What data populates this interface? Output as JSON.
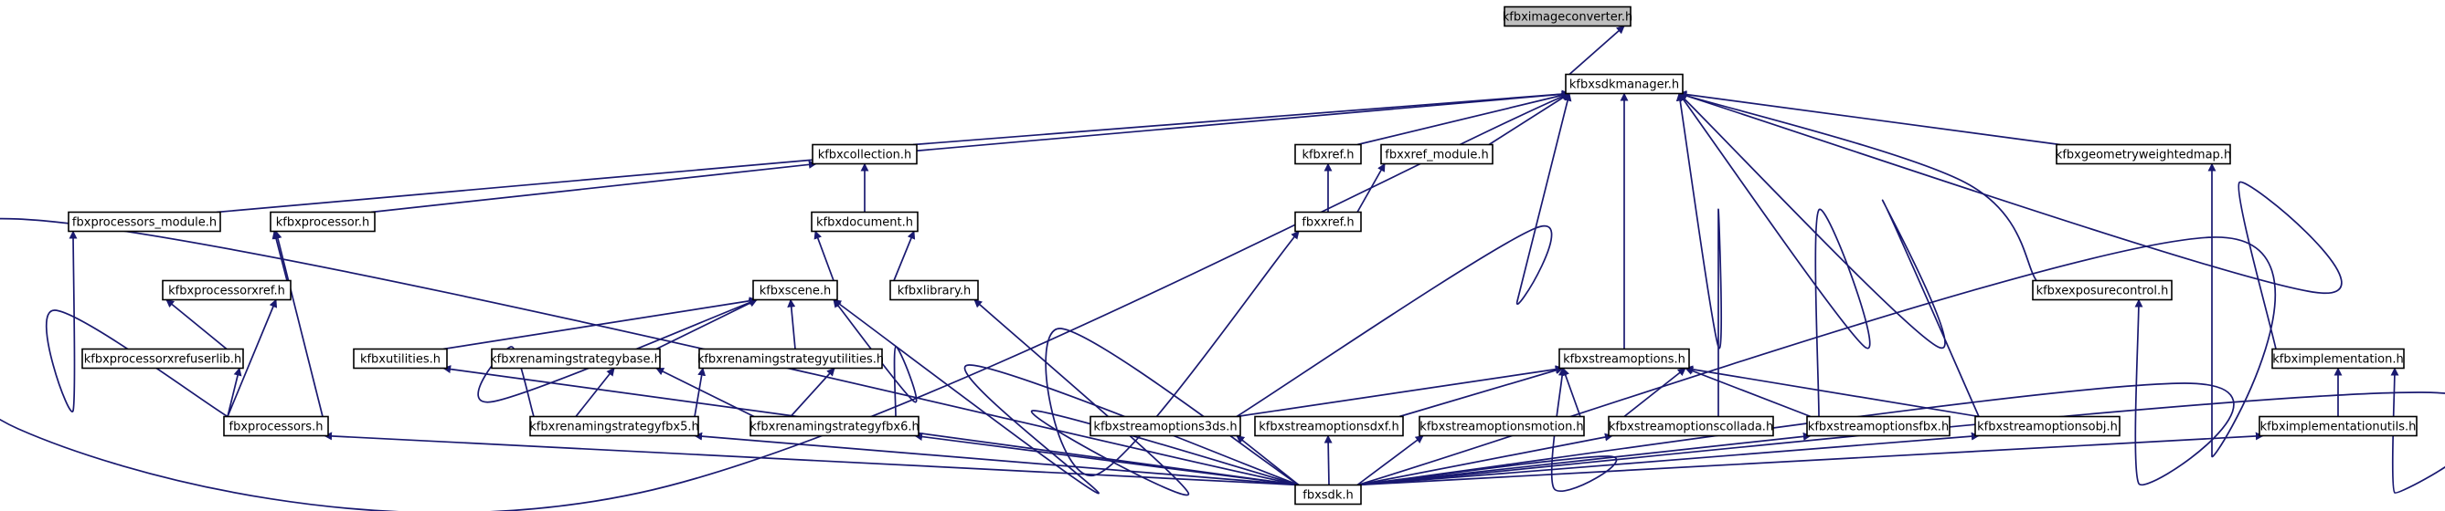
{
  "colors": {
    "edge": "#191970",
    "node_border": "#000000",
    "node_fill": "#ffffff",
    "root_fill": "#bfbfbf"
  },
  "nodes": [
    {
      "id": "kfbximageconverter",
      "label": "kfbximageconverter.h",
      "root": true
    },
    {
      "id": "kfbxsdkmanager",
      "label": "kfbxsdkmanager.h"
    },
    {
      "id": "kfbxcollection",
      "label": "kfbxcollection.h"
    },
    {
      "id": "kfbxref",
      "label": "kfbxref.h"
    },
    {
      "id": "fbxxref_module",
      "label": "fbxxref_module.h"
    },
    {
      "id": "kfbxgeometryweightedmap",
      "label": "kfbxgeometryweightedmap.h"
    },
    {
      "id": "fbxprocessors_module",
      "label": "fbxprocessors_module.h"
    },
    {
      "id": "kfbxprocessor",
      "label": "kfbxprocessor.h"
    },
    {
      "id": "kfbxdocument",
      "label": "kfbxdocument.h"
    },
    {
      "id": "fbxxref",
      "label": "fbxxref.h"
    },
    {
      "id": "kfbxprocessorxref",
      "label": "kfbxprocessorxref.h"
    },
    {
      "id": "kfbxscene",
      "label": "kfbxscene.h"
    },
    {
      "id": "kfbxlibrary",
      "label": "kfbxlibrary.h"
    },
    {
      "id": "kfbxexposurecontrol",
      "label": "kfbxexposurecontrol.h"
    },
    {
      "id": "kfbxprocessorxrefuserlib",
      "label": "kfbxprocessorxrefuserlib.h"
    },
    {
      "id": "kfbxutilities",
      "label": "kfbxutilities.h"
    },
    {
      "id": "kfbxrenamingstrategybase",
      "label": "kfbxrenamingstrategybase.h"
    },
    {
      "id": "kfbxrenamingstrategyutilities",
      "label": "kfbxrenamingstrategyutilities.h"
    },
    {
      "id": "kfbxstreamoptions",
      "label": "kfbxstreamoptions.h"
    },
    {
      "id": "kfbximplementation",
      "label": "kfbximplementation.h"
    },
    {
      "id": "fbxprocessors",
      "label": "fbxprocessors.h"
    },
    {
      "id": "kfbxrenamingstrategyfbx5",
      "label": "kfbxrenamingstrategyfbx5.h"
    },
    {
      "id": "kfbxrenamingstrategyfbx6",
      "label": "kfbxrenamingstrategyfbx6.h"
    },
    {
      "id": "kfbxstreamoptions3ds",
      "label": "kfbxstreamoptions3ds.h"
    },
    {
      "id": "kfbxstreamoptionsdxf",
      "label": "kfbxstreamoptionsdxf.h"
    },
    {
      "id": "kfbxstreamoptionsmotion",
      "label": "kfbxstreamoptionsmotion.h"
    },
    {
      "id": "kfbxstreamoptionscollada",
      "label": "kfbxstreamoptionscollada.h"
    },
    {
      "id": "kfbxstreamoptionsfbx",
      "label": "kfbxstreamoptionsfbx.h"
    },
    {
      "id": "kfbxstreamoptionsobj",
      "label": "kfbxstreamoptionsobj.h"
    },
    {
      "id": "kfbximplementationutils",
      "label": "kfbximplementationutils.h"
    },
    {
      "id": "fbxsdk",
      "label": "fbxsdk.h"
    }
  ],
  "edges": [
    [
      "kfbxsdkmanager",
      "kfbximageconverter"
    ],
    [
      "kfbxcollection",
      "kfbxsdkmanager"
    ],
    [
      "kfbxref",
      "kfbxsdkmanager"
    ],
    [
      "fbxxref_module",
      "kfbxsdkmanager"
    ],
    [
      "kfbxgeometryweightedmap",
      "kfbxsdkmanager"
    ],
    [
      "fbxprocessors_module",
      "kfbxsdkmanager"
    ],
    [
      "kfbxexposurecontrol",
      "kfbxsdkmanager"
    ],
    [
      "kfbximplementation",
      "kfbxsdkmanager"
    ],
    [
      "kfbxstreamoptions",
      "kfbxsdkmanager"
    ],
    [
      "kfbxstreamoptions3ds",
      "kfbxsdkmanager"
    ],
    [
      "kfbxstreamoptionscollada",
      "kfbxsdkmanager"
    ],
    [
      "kfbxstreamoptionsfbx",
      "kfbxsdkmanager"
    ],
    [
      "kfbxstreamoptionsobj",
      "kfbxsdkmanager"
    ],
    [
      "fbxsdk",
      "kfbxsdkmanager"
    ],
    [
      "kfbxdocument",
      "kfbxcollection"
    ],
    [
      "kfbxprocessor",
      "kfbxcollection"
    ],
    [
      "fbxxref",
      "kfbxref"
    ],
    [
      "fbxxref",
      "fbxxref_module"
    ],
    [
      "kfbxscene",
      "kfbxdocument"
    ],
    [
      "kfbxlibrary",
      "kfbxdocument"
    ],
    [
      "kfbxprocessorxref",
      "kfbxprocessor"
    ],
    [
      "fbxprocessors",
      "kfbxprocessor"
    ],
    [
      "fbxprocessors",
      "fbxprocessors_module"
    ],
    [
      "kfbxprocessorxrefuserlib",
      "kfbxprocessorxref"
    ],
    [
      "fbxprocessors",
      "kfbxprocessorxref"
    ],
    [
      "fbxprocessors",
      "kfbxprocessorxrefuserlib"
    ],
    [
      "kfbxutilities",
      "kfbxscene"
    ],
    [
      "kfbxrenamingstrategybase",
      "kfbxscene"
    ],
    [
      "kfbxrenamingstrategyutilities",
      "kfbxscene"
    ],
    [
      "kfbxrenamingstrategyfbx5",
      "kfbxscene"
    ],
    [
      "kfbxrenamingstrategyfbx6",
      "kfbxscene"
    ],
    [
      "fbxsdk",
      "kfbxscene"
    ],
    [
      "kfbxrenamingstrategyfbx5",
      "kfbxrenamingstrategybase"
    ],
    [
      "kfbxrenamingstrategyfbx6",
      "kfbxrenamingstrategybase"
    ],
    [
      "kfbxrenamingstrategyfbx5",
      "kfbxrenamingstrategyutilities"
    ],
    [
      "kfbxrenamingstrategyfbx6",
      "kfbxrenamingstrategyutilities"
    ],
    [
      "kfbxstreamoptions3ds",
      "kfbxstreamoptions"
    ],
    [
      "kfbxstreamoptionsdxf",
      "kfbxstreamoptions"
    ],
    [
      "kfbxstreamoptionsmotion",
      "kfbxstreamoptions"
    ],
    [
      "kfbxstreamoptionscollada",
      "kfbxstreamoptions"
    ],
    [
      "kfbxstreamoptionsfbx",
      "kfbxstreamoptions"
    ],
    [
      "kfbxstreamoptionsobj",
      "kfbxstreamoptions"
    ],
    [
      "fbxsdk",
      "kfbxstreamoptions"
    ],
    [
      "kfbximplementationutils",
      "kfbximplementation"
    ],
    [
      "fbxsdk",
      "kfbximplementation"
    ],
    [
      "fbxsdk",
      "fbxprocessors"
    ],
    [
      "fbxsdk",
      "kfbxutilities"
    ],
    [
      "fbxsdk",
      "kfbxrenamingstrategyfbx5"
    ],
    [
      "fbxsdk",
      "kfbxrenamingstrategyfbx6"
    ],
    [
      "fbxsdk",
      "kfbxlibrary"
    ],
    [
      "fbxsdk",
      "fbxxref"
    ],
    [
      "fbxsdk",
      "kfbxstreamoptions3ds"
    ],
    [
      "fbxsdk",
      "kfbxstreamoptionsdxf"
    ],
    [
      "fbxsdk",
      "kfbxstreamoptionsmotion"
    ],
    [
      "fbxsdk",
      "kfbxstreamoptionscollada"
    ],
    [
      "fbxsdk",
      "kfbxstreamoptionsfbx"
    ],
    [
      "fbxsdk",
      "kfbxstreamoptionsobj"
    ],
    [
      "fbxsdk",
      "kfbxexposurecontrol"
    ],
    [
      "fbxsdk",
      "kfbxgeometryweightedmap"
    ],
    [
      "fbxsdk",
      "kfbximplementationutils"
    ]
  ]
}
